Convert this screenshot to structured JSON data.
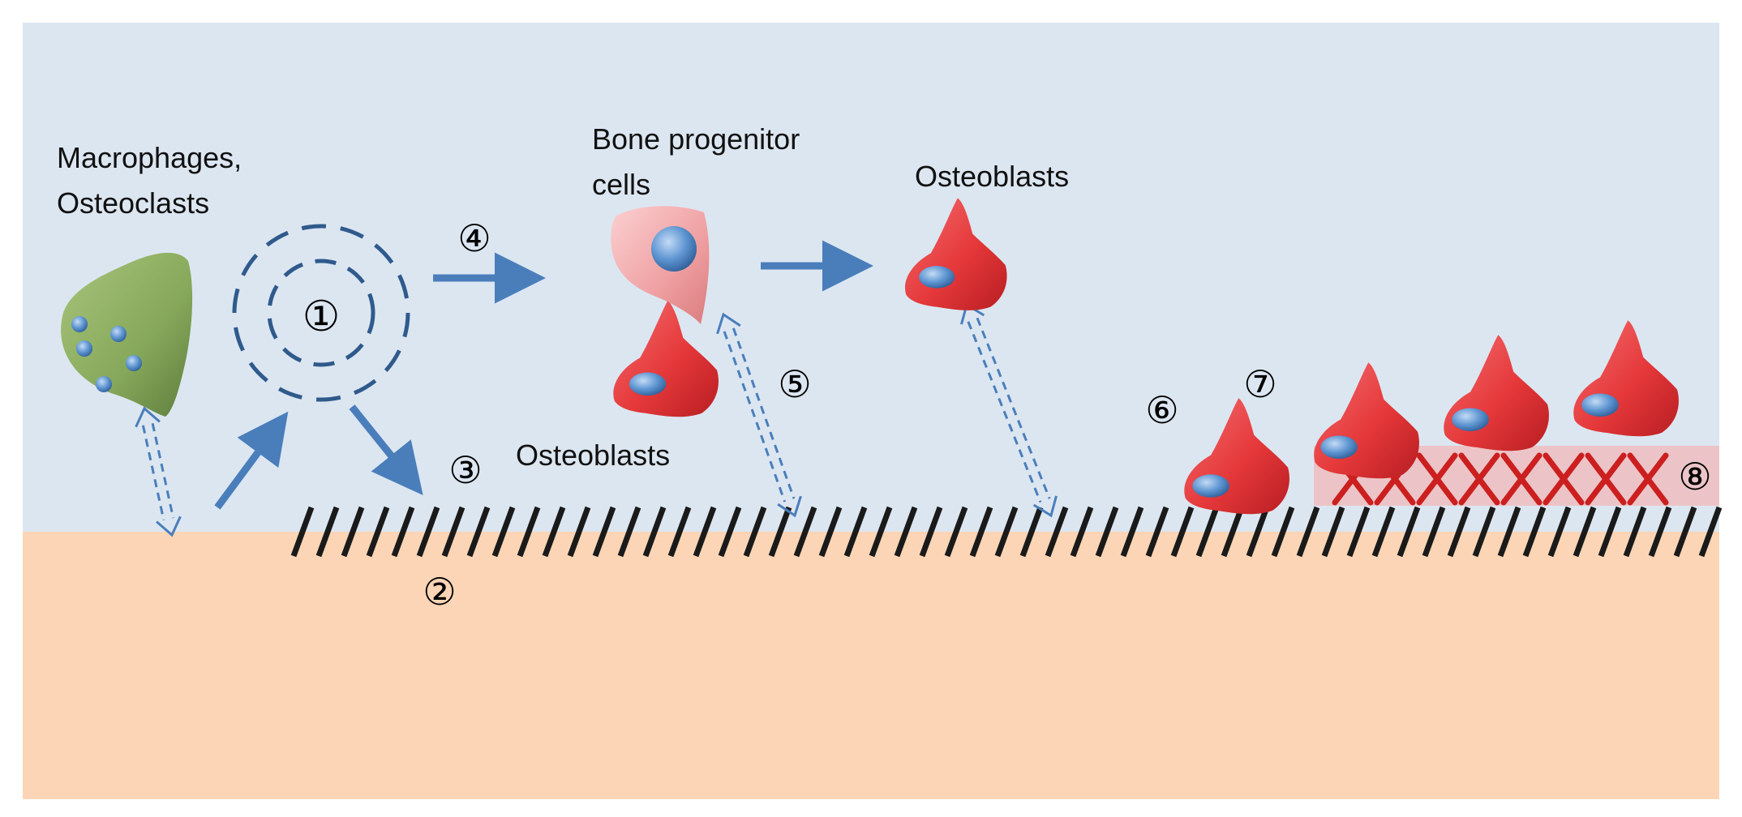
{
  "labels": {
    "macrophages_line1": "Macrophages,",
    "macrophages_line2": "Osteoclasts",
    "bone_progenitor_line1": "Bone progenitor",
    "bone_progenitor_line2": "cells",
    "osteoblasts_top": "Osteoblasts",
    "osteoblasts_lower": "Osteoblasts"
  },
  "steps": {
    "s1": "①",
    "s2": "②",
    "s3": "③",
    "s4": "④",
    "s5": "⑤",
    "s6": "⑥",
    "s7": "⑦",
    "s8": "⑧"
  },
  "colors": {
    "fluid": "#dce6f1",
    "bone": "#fbd5b5",
    "arrow": "#4a7ebb",
    "osteoblast": "#e53638",
    "progenitor": "#f2a0a2",
    "macrophage": "#86a85a",
    "nucleus": "#5f96d2",
    "inhibition": "#cc1f1f"
  }
}
